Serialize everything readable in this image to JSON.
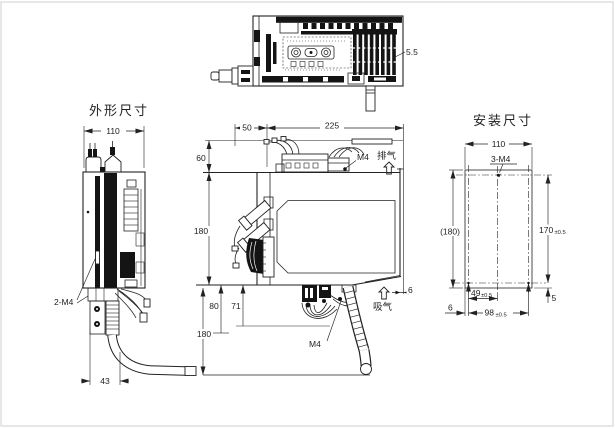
{
  "drawing": {
    "titles": {
      "outline": "外形尺寸",
      "mounting": "安装尺寸"
    },
    "top_view": {
      "fin_dim": "5.5"
    },
    "front_view": {
      "width": "110",
      "screws": "2-M4",
      "cable_offset": "43"
    },
    "side_view": {
      "front_clearance": "50",
      "depth": "225",
      "top_clearance": "60",
      "height": "180",
      "wire_a": "80",
      "wire_b": "71",
      "bottom_clearance": "180",
      "screw_top": "M4",
      "screw_bottom": "M4",
      "exhaust": "排气",
      "intake": "吸气",
      "rear_gap": "6"
    },
    "mounting_view": {
      "width": "110",
      "screws": "3-M4",
      "height_ref": "(180)",
      "hole_span_v": "170",
      "tolerance": "±0.5",
      "hole_half_span": "49",
      "hole_span_h": "98",
      "edge_offset": "6",
      "bottom_offset": "5"
    }
  }
}
